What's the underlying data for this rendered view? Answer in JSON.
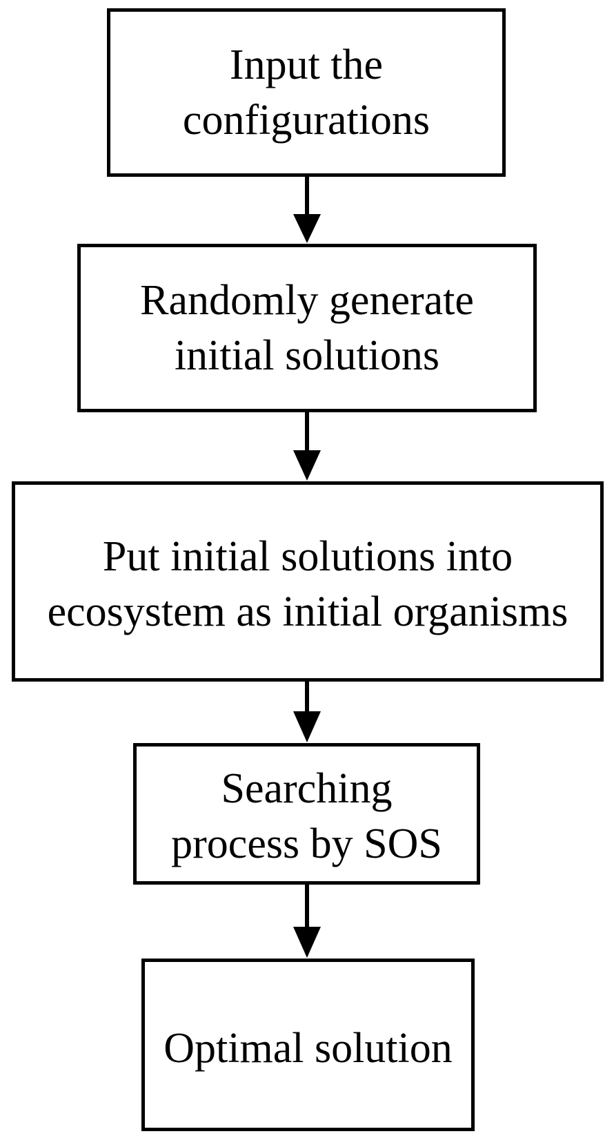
{
  "flowchart": {
    "steps": [
      {
        "label": "Input the\nconfigurations"
      },
      {
        "label": "Randomly generate\ninitial solutions"
      },
      {
        "label": "Put initial solutions into\necosystem as initial organisms"
      },
      {
        "label": "Searching\nprocess by SOS"
      },
      {
        "label": "Optimal solution"
      }
    ]
  },
  "colors": {
    "stroke": "#000000",
    "background": "#ffffff"
  }
}
